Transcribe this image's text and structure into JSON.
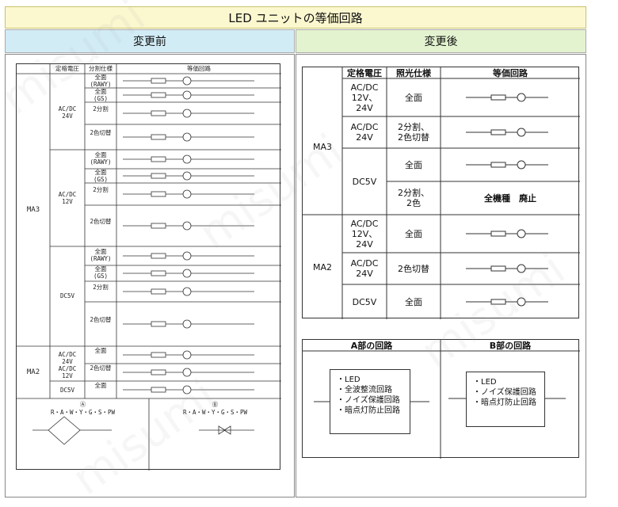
{
  "title": "LED ユニットの等価回路",
  "before_label": "変更前",
  "after_label": "変更後",
  "watermark": "misumi",
  "old_doc": {
    "headers": [
      "定格電圧",
      "分割仕様",
      "等価回路"
    ],
    "ma3_label": "MA3",
    "ma2_label": "MA2",
    "voltages": [
      "AC/DC\n24V",
      "AC/DC\n12V",
      "DC5V",
      "AC/DC\n24V\nAC/DC\n12V",
      "DC5V"
    ],
    "rows": [
      "全面\n(RAWY)",
      "全面\n(GS)",
      "2分割",
      "2色切替",
      "全面\n(RAWY)",
      "全面\n(GS)",
      "2分割",
      "2色切替",
      "全面\n(RAWY)",
      "全面\n(GS)",
      "2分割",
      "2色切替",
      "全面",
      "2色切替",
      "全面"
    ],
    "legend_a": "Ⓐ",
    "legend_b": "Ⓑ",
    "legend_a_text": "R・A・W・Y・G・S・PW",
    "legend_b_text": "R・A・W・Y・G・S・PW"
  },
  "new_table": {
    "headers": [
      "定格電圧",
      "照光仕様",
      "等価回路"
    ],
    "ma3_label": "MA3",
    "ma2_label": "MA2",
    "rows": [
      {
        "voltage": "AC/DC\n12V、\n24V",
        "spec": "全面"
      },
      {
        "voltage": "AC/DC\n24V",
        "spec": "2分割、\n2色切替"
      },
      {
        "voltage": "DC5V",
        "spec": "全面"
      },
      {
        "voltage": "",
        "spec": "2分割、\n2色",
        "note": "全機種　廃止"
      },
      {
        "voltage": "AC/DC\n12V、\n24V",
        "spec": "全面"
      },
      {
        "voltage": "AC/DC\n24V",
        "spec": "2色切替"
      },
      {
        "voltage": "DC5V",
        "spec": "全面"
      }
    ]
  },
  "parts": {
    "a_title": "A部の回路",
    "b_title": "B部の回路",
    "a_items": [
      "・LED",
      "・全波整流回路",
      "・ノイズ保護回路",
      "・暗点灯防止回路"
    ],
    "b_items": [
      "・LED",
      "・ノイズ保護回路",
      "・暗点灯防止回路"
    ]
  }
}
